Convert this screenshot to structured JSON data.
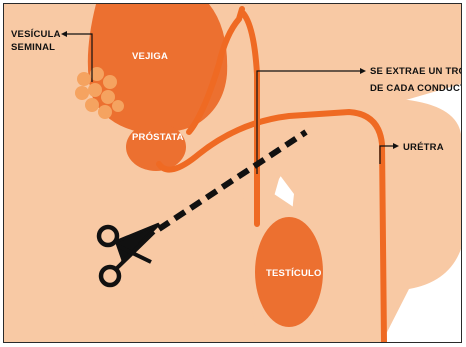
{
  "labels": {
    "seminal_vesicle": [
      "VESÍCULA",
      "SEMINAL"
    ],
    "bladder": "VEJIGA",
    "prostate": "PRÓSTATA",
    "cut_note": [
      "SE EXTRAE UN TROZO",
      "DE CADA CONDUCTO"
    ],
    "urethra": "URÉTRA",
    "testicle": "TESTÍCULO"
  },
  "icons": {
    "cut": "scissors-icon"
  },
  "colors": {
    "skin": "#f8c9a4",
    "organ": "#ec7030",
    "organ_light": "#f5a360",
    "duct": "#ef6a23",
    "text_dark": "#111111",
    "text_light": "#ffffff",
    "cut_line": "#111111"
  }
}
